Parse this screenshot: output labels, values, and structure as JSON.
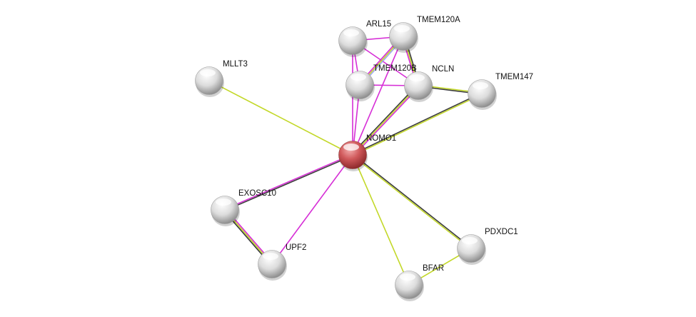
{
  "network": {
    "query_protein": "NOMO1",
    "nodes": [
      {
        "id": "NOMO1",
        "label": "NOMO1",
        "query": true
      },
      {
        "id": "ARL15",
        "label": "ARL15"
      },
      {
        "id": "TMEM120A",
        "label": "TMEM120A"
      },
      {
        "id": "TMEM120B",
        "label": "TMEM120B"
      },
      {
        "id": "NCLN",
        "label": "NCLN"
      },
      {
        "id": "TMEM147",
        "label": "TMEM147"
      },
      {
        "id": "MLLT3",
        "label": "MLLT3"
      },
      {
        "id": "EXOSC10",
        "label": "EXOSC10"
      },
      {
        "id": "UPF2",
        "label": "UPF2"
      },
      {
        "id": "BFAR",
        "label": "BFAR"
      },
      {
        "id": "PDXDC1",
        "label": "PDXDC1"
      }
    ],
    "edges": [
      {
        "source": "ARL15",
        "target": "TMEM120A",
        "evidence": [
          "experiments"
        ]
      },
      {
        "source": "ARL15",
        "target": "TMEM120B",
        "evidence": [
          "experiments"
        ]
      },
      {
        "source": "ARL15",
        "target": "NCLN",
        "evidence": [
          "experiments"
        ]
      },
      {
        "source": "ARL15",
        "target": "NOMO1",
        "evidence": [
          "experiments"
        ]
      },
      {
        "source": "TMEM120A",
        "target": "TMEM120B",
        "evidence": [
          "homology",
          "textmining",
          "experiments"
        ]
      },
      {
        "source": "TMEM120A",
        "target": "NCLN",
        "evidence": [
          "coexpression",
          "textmining",
          "experiments"
        ]
      },
      {
        "source": "TMEM120A",
        "target": "NOMO1",
        "evidence": [
          "experiments"
        ]
      },
      {
        "source": "TMEM120B",
        "target": "NCLN",
        "evidence": [
          "experiments"
        ]
      },
      {
        "source": "TMEM120B",
        "target": "NOMO1",
        "evidence": [
          "experiments"
        ]
      },
      {
        "source": "NCLN",
        "target": "TMEM147",
        "evidence": [
          "textmining",
          "coexpression"
        ]
      },
      {
        "source": "NCLN",
        "target": "NOMO1",
        "evidence": [
          "experiments",
          "textmining",
          "coexpression"
        ]
      },
      {
        "source": "TMEM147",
        "target": "NOMO1",
        "evidence": [
          "textmining",
          "coexpression"
        ]
      },
      {
        "source": "MLLT3",
        "target": "NOMO1",
        "evidence": [
          "textmining"
        ]
      },
      {
        "source": "EXOSC10",
        "target": "NOMO1",
        "evidence": [
          "experiments",
          "coexpression"
        ]
      },
      {
        "source": "EXOSC10",
        "target": "UPF2",
        "evidence": [
          "experiments",
          "textmining",
          "coexpression"
        ]
      },
      {
        "source": "UPF2",
        "target": "NOMO1",
        "evidence": [
          "experiments"
        ]
      },
      {
        "source": "BFAR",
        "target": "NOMO1",
        "evidence": [
          "textmining"
        ]
      },
      {
        "source": "PDXDC1",
        "target": "NOMO1",
        "evidence": [
          "textmining",
          "coexpression"
        ]
      },
      {
        "source": "BFAR",
        "target": "PDXDC1",
        "evidence": [
          "textmining"
        ]
      }
    ],
    "evidence_colors": {
      "experiments": "#d62ed6",
      "textmining": "#c3d829",
      "coexpression": "#3c3c3c",
      "homology": "#9fa6ee"
    },
    "node_colors": {
      "query": "#c9474a",
      "default": "#cfcfcf"
    }
  }
}
